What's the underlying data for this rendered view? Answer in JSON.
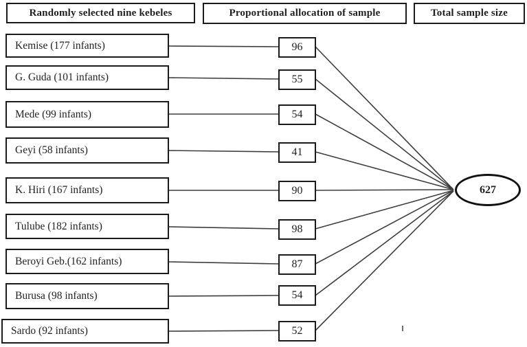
{
  "diagram": {
    "headers": {
      "kebeles": "Randomly selected nine kebeles",
      "allocation": "Proportional allocation of sample",
      "total": "Total sample size"
    },
    "rows": [
      {
        "kebele": "Kemise (177 infants)",
        "sample": "96"
      },
      {
        "kebele": "G. Guda (101 infants)",
        "sample": "55"
      },
      {
        "kebele": "Mede (99 infants)",
        "sample": "54"
      },
      {
        "kebele": "Geyi (58 infants)",
        "sample": "41"
      },
      {
        "kebele": "K. Hiri (167 infants)",
        "sample": "90"
      },
      {
        "kebele": "Tulube (182 infants)",
        "sample": "98"
      },
      {
        "kebele": "Beroyi Geb.(162  infants)",
        "sample": "87"
      },
      {
        "kebele": "Burusa (98 infants)",
        "sample": "54"
      },
      {
        "kebele": "Sardo (92 infants)",
        "sample": "52"
      }
    ],
    "total_sample": "627"
  },
  "colors": {
    "border": "#1a1a1a",
    "line": "#3d3d3d",
    "background": "#ffffff",
    "text": "#1f1f1f"
  }
}
